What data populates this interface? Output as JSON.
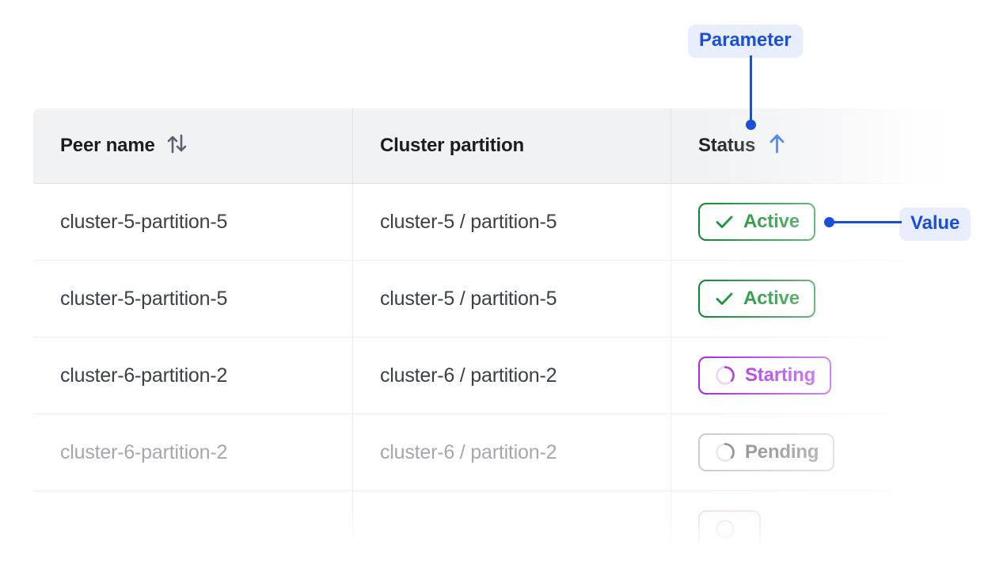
{
  "annotations": [
    {
      "id": "parameter",
      "label": "Parameter",
      "target": "status-column-header",
      "accent": "#1b4fd8",
      "background": "#e8eefc"
    },
    {
      "id": "value",
      "label": "Value",
      "target": "status-badge-active",
      "accent": "#1b4fd8",
      "background": "#e8eefc"
    }
  ],
  "table": {
    "columns": [
      {
        "key": "peer_name",
        "label": "Peer name",
        "sort_icon": "sort-both-icon",
        "sort_state": "none"
      },
      {
        "key": "cluster_partition",
        "label": "Cluster partition",
        "sort_icon": null,
        "sort_state": "none"
      },
      {
        "key": "status",
        "label": "Status",
        "sort_icon": "arrow-up-icon",
        "sort_state": "ascending"
      }
    ],
    "rows": [
      {
        "peer_name": "cluster-5-partition-5",
        "cluster_partition": "cluster-5 / partition-5",
        "status": {
          "label": "Active",
          "variant": "active",
          "icon": "check-icon",
          "color": "#0a8a2a"
        },
        "muted": false
      },
      {
        "peer_name": "cluster-5-partition-5",
        "cluster_partition": "cluster-5 / partition-5",
        "status": {
          "label": "Active",
          "variant": "active",
          "icon": "check-icon",
          "color": "#0a8a2a"
        },
        "muted": false
      },
      {
        "peer_name": "cluster-6-partition-2",
        "cluster_partition": "cluster-6 / partition-2",
        "status": {
          "label": "Starting",
          "variant": "starting",
          "icon": "spinner-icon",
          "color": "#a629e8"
        },
        "muted": false
      },
      {
        "peer_name": "cluster-6-partition-2",
        "cluster_partition": "cluster-6 / partition-2",
        "status": {
          "label": "Pending",
          "variant": "pending",
          "icon": "spinner-icon",
          "color": "#80858e"
        },
        "muted": true
      },
      {
        "peer_name": "",
        "cluster_partition": "",
        "status": {
          "label": "",
          "variant": "error",
          "icon": "spinner-icon",
          "color": "#f6c3c3"
        },
        "muted": true
      }
    ]
  },
  "theme": {
    "header_background": "#f1f2f4",
    "border": "#e3e5e8",
    "text": "#3b3f47",
    "muted_text": "#a3a8b0",
    "accent_blue": "#1b4fd8",
    "green": "#0a8a2a",
    "purple": "#a629e8",
    "gray": "#80858e"
  }
}
